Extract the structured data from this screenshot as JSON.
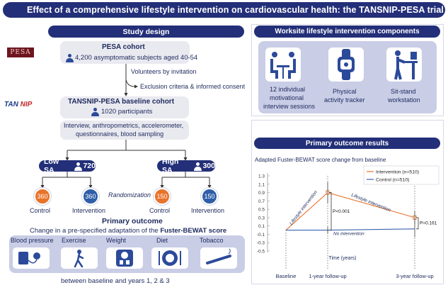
{
  "title": "Effect of a comprehensive lifestyle intervention on cardiovascular health: the TANSNIP-PESA trial",
  "left": {
    "study_design_label": "Study design",
    "pesa_logo": "PESA",
    "pesa_cohort_title": "PESA cohort",
    "pesa_cohort_desc": "4,200 asymptomatic subjects aged 40-54",
    "volunteers": "Volunteers by invitation",
    "exclusion": "Exclusion criteria & informed consent",
    "tansnip_logo_a": "TAN",
    "tansnip_logo_b": "NIP",
    "baseline_title": "TANSNIP-PESA baseline cohort",
    "baseline_desc": "1020 participants",
    "measures_line1": "Interview, anthropometrics, accelerometer,",
    "measures_line2": "questionnaires, blood sampling",
    "low_sa": "Low SA",
    "low_sa_n": "720",
    "high_sa": "High SA",
    "high_sa_n": "300",
    "randomization": "Randomization",
    "arms": [
      {
        "n": "360",
        "label": "Control"
      },
      {
        "n": "360",
        "label": "Intervention"
      },
      {
        "n": "150",
        "label": "Control"
      },
      {
        "n": "150",
        "label": "Intervention"
      }
    ],
    "primary_outcome_title": "Primary outcome",
    "primary_outcome_desc_a": "Change in a pre-specified adaptation of the ",
    "primary_outcome_desc_b": "Fuster-BEWAT score",
    "outcome_items": [
      "Blood pressure",
      "Exercise",
      "Weight",
      "Diet",
      "Tobacco"
    ],
    "between": "between baseline and years 1, 2 & 3"
  },
  "right": {
    "components_label": "Worksite lifestyle intervention components",
    "components": [
      {
        "line1": "12 individual",
        "line2": "motivational",
        "line3": "interview sessions"
      },
      {
        "line1": "Physical",
        "line2": "activity tracker",
        "line3": ""
      },
      {
        "line1": "Sit-stand",
        "line2": "workstation",
        "line3": ""
      }
    ],
    "results_label": "Primary outcome results",
    "chart_title": "Adapted Fuster-BEWAT score change from baseline"
  },
  "chart_data": {
    "type": "line",
    "ylabel": "Adapted Fuster-BEWAT score change from baseline",
    "xlabel": "Time (years)",
    "categories": [
      "Baseline",
      "1-year follow-up",
      "3-year follow-up"
    ],
    "yticks": [
      "1.3",
      "1.1",
      "0.9",
      "0.7",
      "0.5",
      "0.3",
      "0.1",
      "-0.1",
      "-0.3",
      "-0.5"
    ],
    "ylim": [
      -0.5,
      1.3
    ],
    "series": [
      {
        "name": "Intervention (n=510)",
        "color": "#e8732a",
        "values": [
          0.0,
          0.9,
          0.3
        ]
      },
      {
        "name": "Control (n=510)",
        "color": "#3a63b0",
        "values": [
          0.0,
          0.0,
          0.03
        ]
      }
    ],
    "annotations": {
      "p1": "P<0.001",
      "p2": "P=0.161",
      "lifestyle_a": "Lifestyle intervention",
      "lifestyle_b": "Lifestyle intervention",
      "no_intervention": "No intervention"
    },
    "legend": "top-right"
  }
}
